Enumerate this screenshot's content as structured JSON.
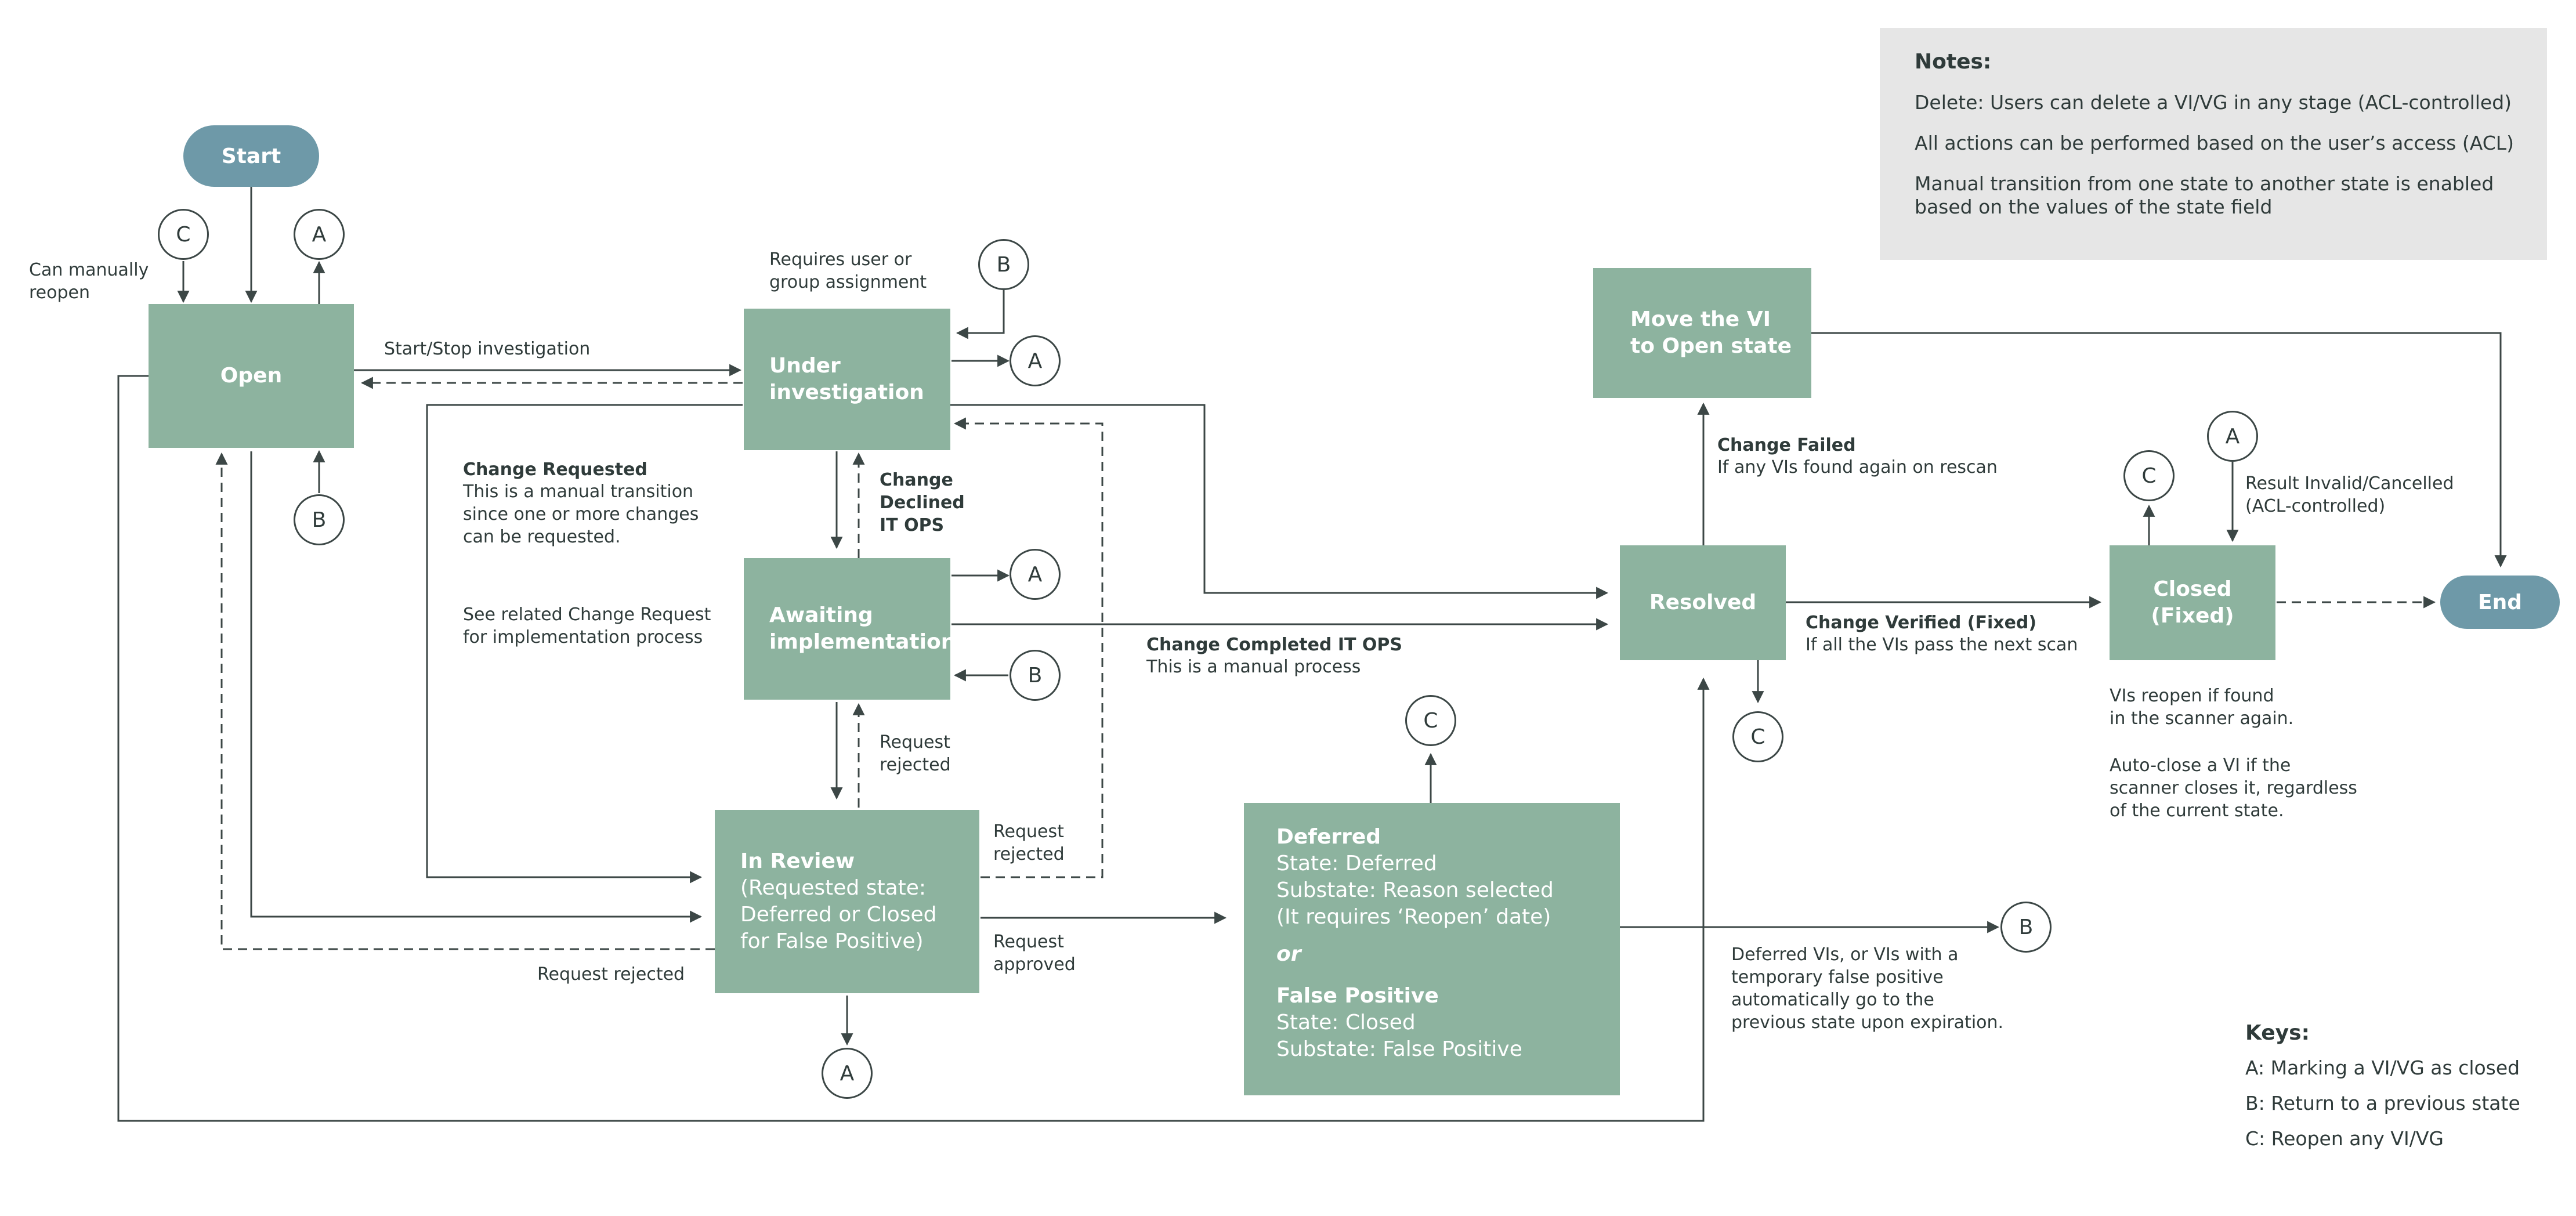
{
  "nodes": {
    "start": "Start",
    "end": "End",
    "open": "Open",
    "under_investigation": [
      "Under",
      "investigation"
    ],
    "awaiting_implementation": [
      "Awaiting",
      "implementation"
    ],
    "in_review": {
      "title": "In Review",
      "lines": [
        "(Requested state:",
        "Deferred or Closed",
        "for False Positive)"
      ]
    },
    "deferred_box": {
      "title": "Deferred",
      "lines": [
        "State: Deferred",
        "Substate: Reason selected",
        "(It requires ‘Reopen’ date)"
      ],
      "or": "or",
      "title2": "False Positive",
      "lines2": [
        "State: Closed",
        "Substate: False Positive"
      ]
    },
    "resolved": "Resolved",
    "closed_fixed": [
      "Closed",
      "(Fixed)"
    ],
    "move_vi": [
      "Move the VI",
      "to Open state"
    ]
  },
  "connectors": {
    "a": "A",
    "b": "B",
    "c": "C"
  },
  "labels": {
    "can_manually_reopen": "Can manually\nreopen",
    "requires_assignment": "Requires user or\ngroup assignment",
    "start_stop": "Start/Stop investigation",
    "change_requested_title": "Change Requested",
    "change_requested_body": "This is a manual transition\nsince one or more changes\ncan be requested.",
    "see_related": "See related Change Request\nfor implementation process",
    "change_declined": "Change\nDeclined\nIT OPS",
    "request_rejected_1": "Request\nrejected",
    "request_rejected_2": "Request\nrejected",
    "request_approved": "Request\napproved",
    "request_rejected_3": "Request rejected",
    "change_completed_title": "Change Completed IT OPS",
    "change_completed_body": "This is a manual process",
    "change_failed_title": "Change Failed",
    "change_failed_body": "If any VIs found again on rescan",
    "change_verified_title": "Change Verified (Fixed)",
    "change_verified_body": "If all the VIs pass the next scan",
    "result_invalid": "Result Invalid/Cancelled\n(ACL-controlled)",
    "vis_reopen": "VIs reopen if found\nin the scanner again.",
    "auto_close": "Auto-close a VI if the\nscanner closes it, regardless\nof the current state.",
    "deferred_note": "Deferred VIs, or VIs with a\ntemporary false positive\nautomatically go to the\nprevious state upon expiration."
  },
  "notes": {
    "heading": "Notes:",
    "items": [
      "Delete: Users can delete a VI/VG in any stage (ACL-controlled)",
      "All actions can be performed based on the user’s access (ACL)",
      "Manual transition from one state to another state is enabled\nbased on the values of the state field"
    ]
  },
  "keys": {
    "heading": "Keys:",
    "items": [
      "A: Marking a VI/VG as closed",
      "B: Return to a previous state",
      "C: Reopen any VI/VG"
    ]
  },
  "colors": {
    "state_box": "#8db39f",
    "terminal": "#6e99a8",
    "line": "#3c4746",
    "notes_bg": "#e6e6e6"
  }
}
